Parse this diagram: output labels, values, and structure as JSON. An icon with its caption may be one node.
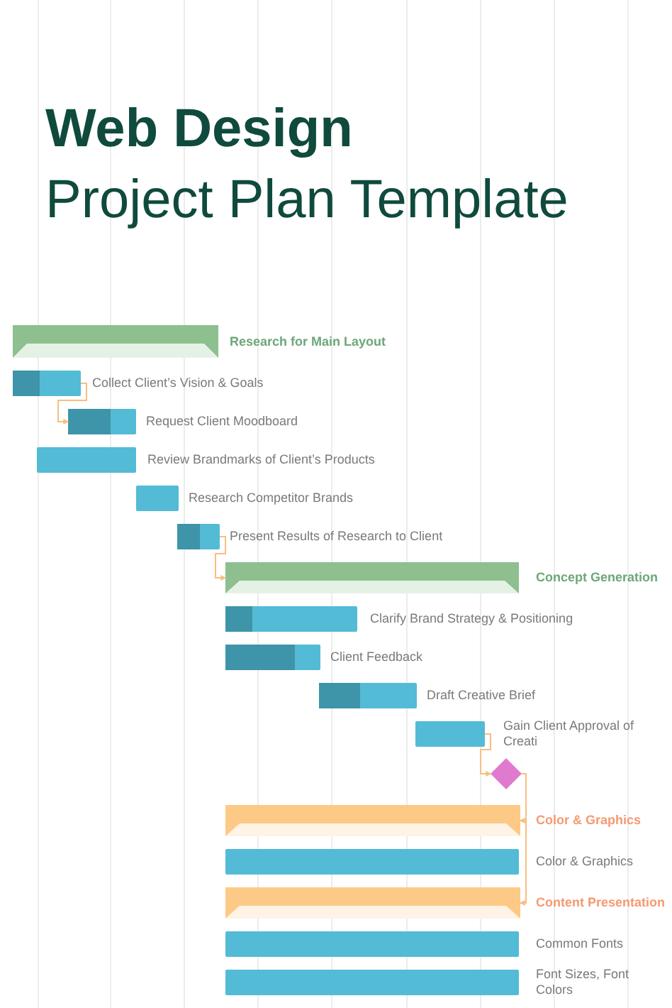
{
  "diagram": {
    "title": "**Web Design** Project Plan Template",
    "nodes": [
      {
        "text": [],
        "shape": "bar",
        "beside": [
          "Research for Main Layout"
        ]
      },
      {
        "text": [],
        "shape": "bar",
        "beside": [
          "Collect Client’s Vision & Goals"
        ]
      },
      {
        "text": [],
        "shape": "bar",
        "beside": [
          "Request Client Moodboard"
        ]
      },
      {
        "text": [],
        "shape": "bar",
        "beside": [
          "Review Brandmarks of Client’s Products"
        ]
      },
      {
        "text": [],
        "shape": "bar",
        "beside": [
          "Research Competitor Brands"
        ]
      },
      {
        "text": [],
        "shape": "bar",
        "beside": [
          "Present Results of Research to Client"
        ]
      },
      {
        "text": [],
        "shape": "bar",
        "beside": [
          "Concept Generation"
        ]
      },
      {
        "text": [],
        "shape": "bar",
        "beside": [
          "Clarify Brand Strategy & Positioning"
        ]
      },
      {
        "text": [],
        "shape": "bar",
        "beside": [
          "Client Feedback"
        ]
      },
      {
        "text": [],
        "shape": "bar",
        "beside": [
          "Draft Creative Brief"
        ]
      },
      {
        "text": [],
        "shape": "bar",
        "beside": [
          "Gain Client Approval of Creati"
        ]
      },
      {
        "text": [],
        "shape": "diamond"
      },
      {
        "text": [],
        "shape": "bar",
        "beside": [
          "Color & Graphics"
        ]
      },
      {
        "text": [],
        "shape": "bar",
        "beside": [
          "Color & Graphics"
        ]
      },
      {
        "text": [],
        "shape": "bar",
        "beside": [
          "Content Presentation"
        ]
      },
      {
        "text": [],
        "shape": "bar",
        "beside": [
          "Common Fonts"
        ]
      },
      {
        "text": [],
        "shape": "bar",
        "beside": [
          "Font Sizes, Font Colors"
        ]
      }
    ],
    "edges": [
      {
        "from": 1,
        "to": 2,
        "arrow": "to"
      },
      {
        "from": 5,
        "to": 6,
        "arrow": "to"
      },
      {
        "from": 10,
        "to": 11,
        "arrow": "to"
      },
      {
        "from": 11,
        "to": 12,
        "arrow": "to"
      },
      {
        "from": 11,
        "to": 14,
        "arrow": "to"
      }
    ]
  }
}
